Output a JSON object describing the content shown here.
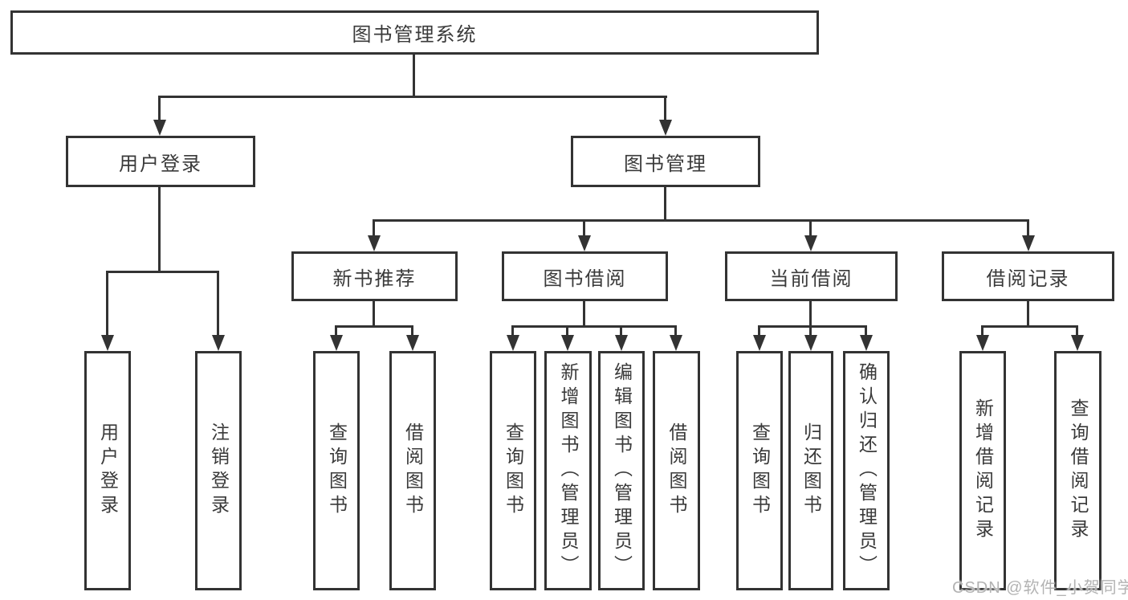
{
  "colors": {
    "line": "#333333",
    "text": "#3a3a3a",
    "background": "#ffffff",
    "watermark": "#b3b3b3"
  },
  "tree": {
    "root": {
      "label": "图书管理系统"
    },
    "branches": [
      {
        "label": "用户登录",
        "children": [
          {
            "label": "用户登录"
          },
          {
            "label": "注销登录"
          }
        ]
      },
      {
        "label": "图书管理",
        "children": [
          {
            "label": "新书推荐",
            "children": [
              {
                "label": "查询图书"
              },
              {
                "label": "借阅图书"
              }
            ]
          },
          {
            "label": "图书借阅",
            "children": [
              {
                "label": "查询图书"
              },
              {
                "label": "新增图书（管理员）"
              },
              {
                "label": "编辑图书（管理员）"
              },
              {
                "label": "借阅图书"
              }
            ]
          },
          {
            "label": "当前借阅",
            "children": [
              {
                "label": "查询图书"
              },
              {
                "label": "归还图书"
              },
              {
                "label": "确认归还（管理员）"
              }
            ]
          },
          {
            "label": "借阅记录",
            "children": [
              {
                "label": "新增借阅记录"
              },
              {
                "label": "查询借阅记录"
              }
            ]
          }
        ]
      }
    ]
  },
  "watermark": {
    "text": "CSDN @软件_小贺同学"
  }
}
